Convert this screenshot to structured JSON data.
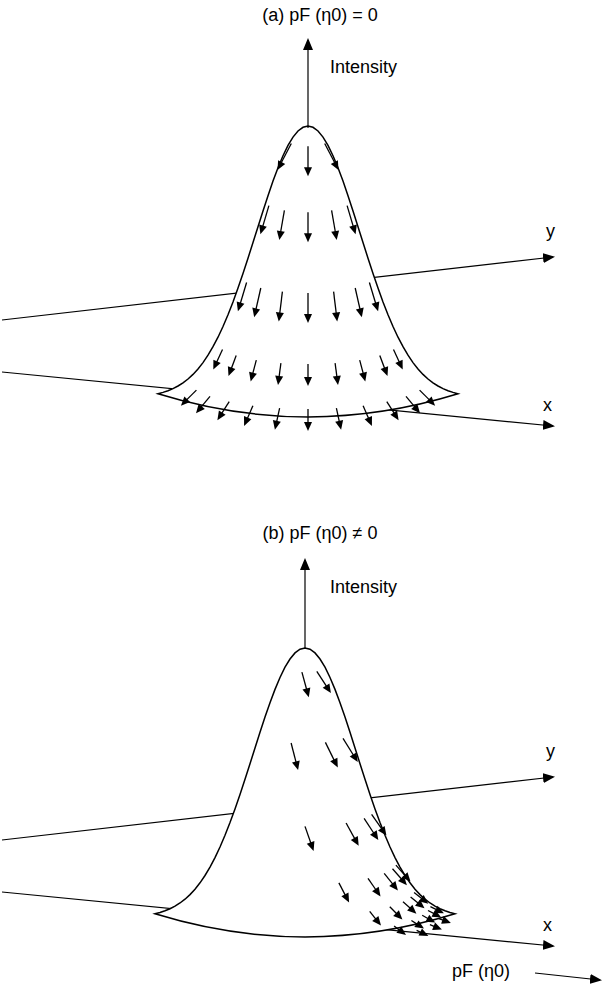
{
  "diagram": {
    "labels": [
      "(a) pF (η0) = 0",
      "Intensity",
      "y",
      "x",
      "(b) pF (η0) ≠ 0",
      "Intensity",
      "y",
      "x",
      "pF (η0)"
    ]
  }
}
